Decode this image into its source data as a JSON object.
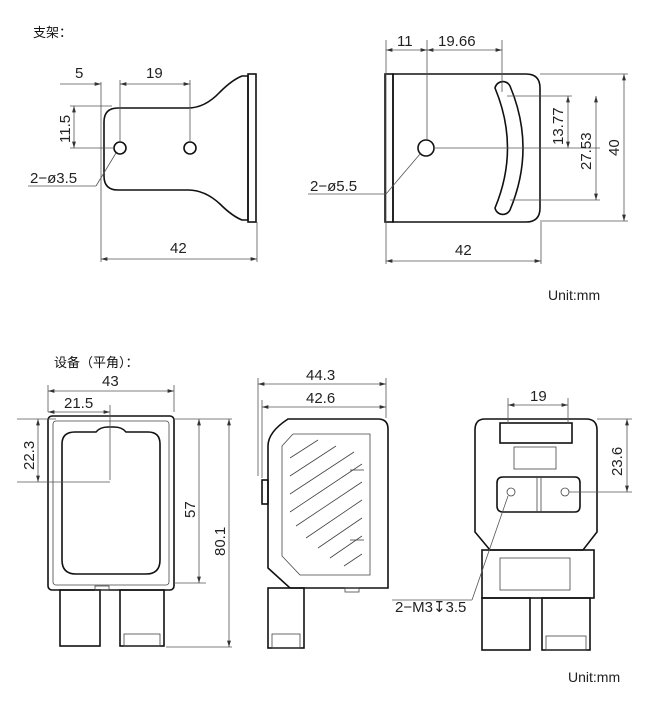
{
  "bracket": {
    "title": "支架：",
    "left_view": {
      "dim_top_a": "5",
      "dim_top_b": "19",
      "dim_left": "11.5",
      "hole_label": "2−ø3.5",
      "dim_bottom": "42"
    },
    "right_view": {
      "dim_top_a": "11",
      "dim_top_b": "19.66",
      "dim_r1": "13.77",
      "dim_r2": "27.53",
      "dim_r3": "40",
      "hole_label": "2−ø5.5",
      "dim_bottom": "42"
    },
    "unit": "Unit:mm"
  },
  "device": {
    "title": "设备（平角）：",
    "front_view": {
      "dim_top_a": "43",
      "dim_top_b": "21.5",
      "dim_left": "22.3",
      "dim_r1": "57",
      "dim_r2": "80.1"
    },
    "side_view": {
      "dim_top_a": "44.3",
      "dim_top_b": "42.6"
    },
    "back_view": {
      "dim_top": "19",
      "dim_right": "23.6",
      "thread_label": "2−M3↧3.5"
    },
    "unit": "Unit:mm"
  }
}
